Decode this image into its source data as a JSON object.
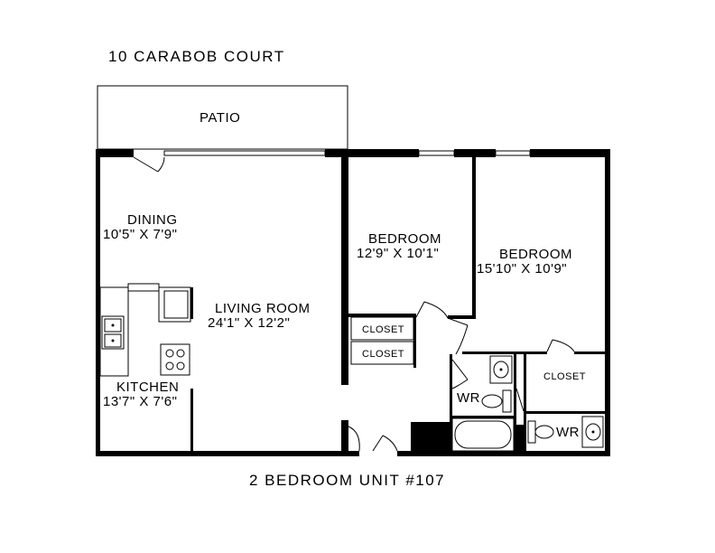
{
  "title": "10 CARABOB COURT",
  "footer": "2 BEDROOM UNIT #107",
  "rooms": {
    "patio": {
      "name": "PATIO"
    },
    "dining": {
      "name": "DINING",
      "size": "10'5\" X 7'9\""
    },
    "living": {
      "name": "LIVING ROOM",
      "size": "24'1\" X 12'2\""
    },
    "kitchen": {
      "name": "KITCHEN",
      "size": "13'7\" X 7'6\""
    },
    "bedroom1": {
      "name": "BEDROOM",
      "size": "12'9\" X 10'1\""
    },
    "bedroom2": {
      "name": "BEDROOM",
      "size": "15'10\" X 10'9\""
    },
    "closet1": {
      "name": "CLOSET"
    },
    "closet2": {
      "name": "CLOSET"
    },
    "closet3": {
      "name": "CLOSET"
    },
    "wr1": {
      "name": "WR"
    },
    "wr2": {
      "name": "WR"
    }
  },
  "colors": {
    "ink": "#000000",
    "background": "#ffffff"
  }
}
